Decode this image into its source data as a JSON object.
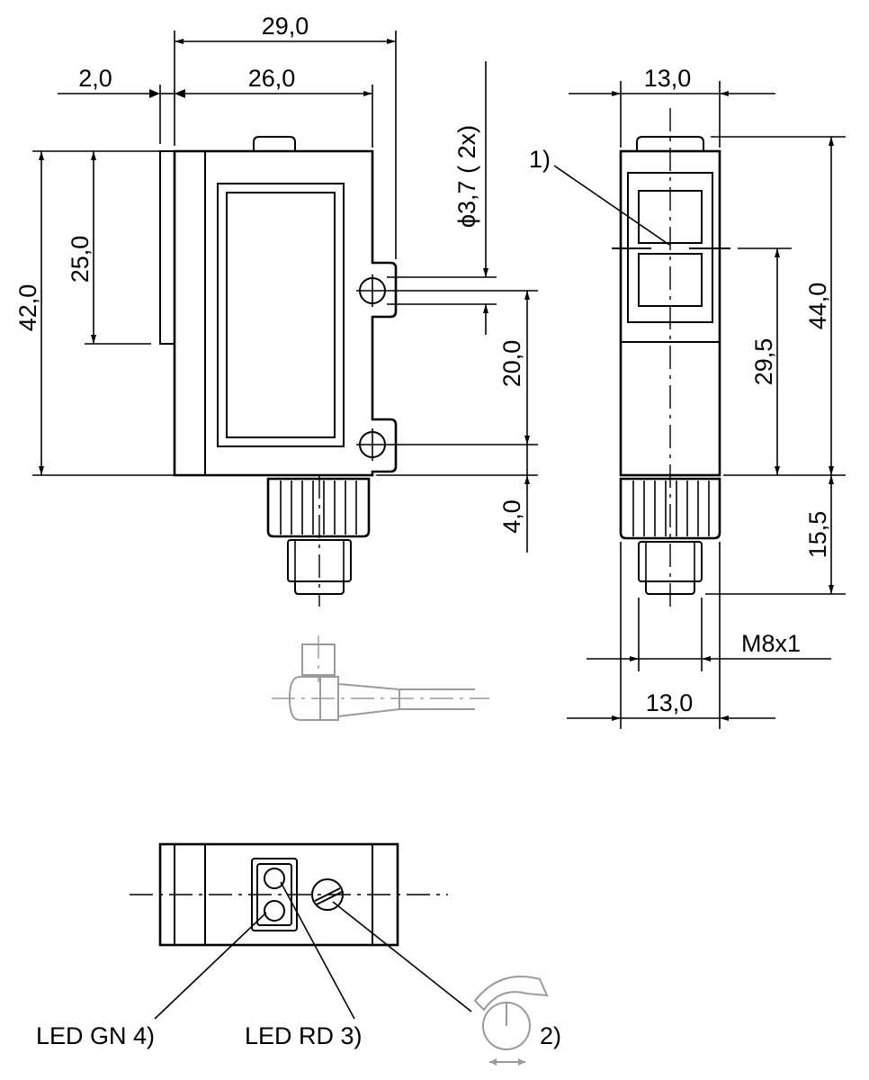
{
  "dimensions": {
    "width_total": "29,0",
    "width_housing": "26,0",
    "width_offset": "2,0",
    "height_total": "42,0",
    "height_upper": "25,0",
    "hole_diameter": "ϕ3,7 ( 2x)",
    "hole_spacing": "20,0",
    "hole_to_bottom": "4,0",
    "side_width_top": "13,0",
    "side_height": "44,0",
    "side_lower": "29,5",
    "connector_length": "15,5",
    "thread": "M8x1",
    "side_width_bottom": "13,0"
  },
  "callouts": {
    "note_1": "1)",
    "note_2": "2)",
    "led_green": "LED GN 4)",
    "led_red": "LED RD 3)"
  },
  "colors": {
    "line": "#000000",
    "phantom": "#9a9a9a",
    "background": "#ffffff"
  }
}
